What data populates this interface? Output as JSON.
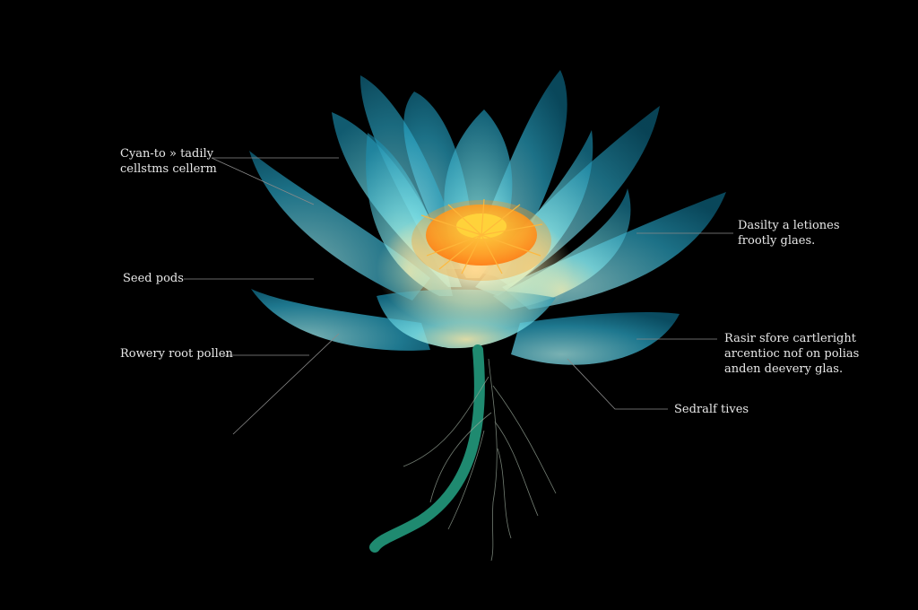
{
  "colors": {
    "background": "#000000",
    "petal_outer": "#1b8fb0",
    "petal_inner": "#7fe3e8",
    "petal_glow": "#f4f2b8",
    "stamen": "#ff9a1f",
    "stamen_light": "#ffd23a",
    "stem": "#1f8a70",
    "roots": "#9aa89a",
    "label_text": "#e8e8e8",
    "leader_line": "#8a8a8a"
  },
  "annotations": [
    {
      "id": "cyan-petal",
      "lines": [
        "Cyan-to » tadily",
        "cellstms cellerm"
      ]
    },
    {
      "id": "seed-pods",
      "lines": [
        "Seed pods"
      ]
    },
    {
      "id": "root-pollen",
      "lines": [
        "Rowery root pollen"
      ]
    },
    {
      "id": "frosty-glass",
      "lines": [
        "Dasilty a letiones",
        "frootly glaes."
      ]
    },
    {
      "id": "rasir-glass",
      "lines": [
        "Rasir sfore cartleright",
        "arcentioc nof on polias",
        "anden deevery glas."
      ]
    },
    {
      "id": "sedralf",
      "lines": [
        "Sedralf tives"
      ]
    }
  ]
}
